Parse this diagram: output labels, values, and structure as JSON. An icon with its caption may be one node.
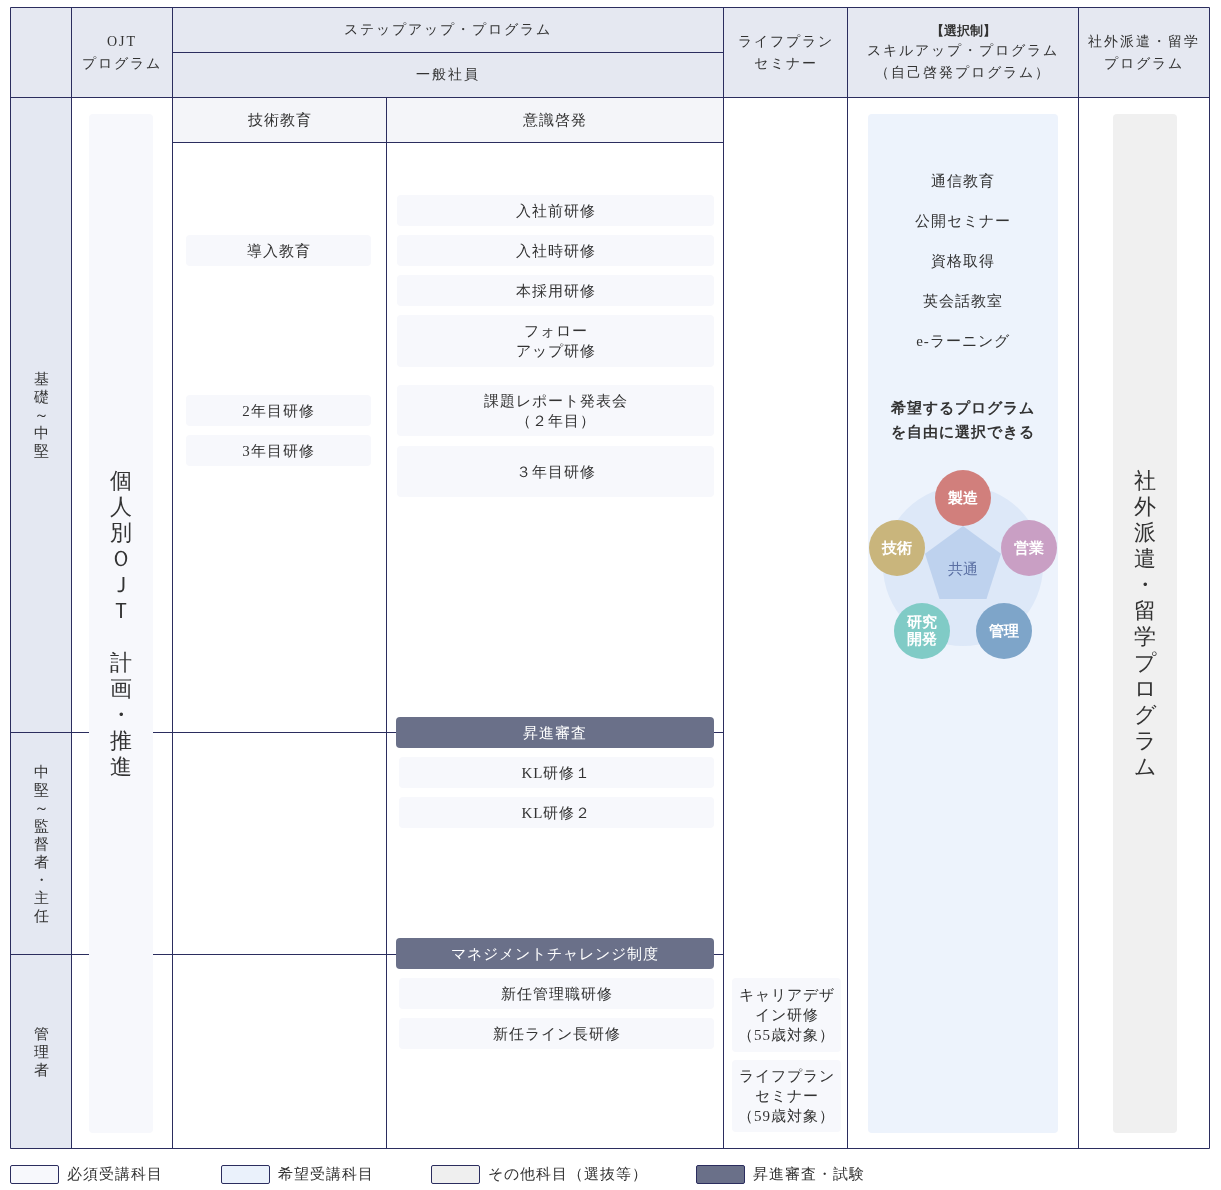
{
  "diagram": {
    "nodes": [
      {
        "text": [
          "OJT プログラム"
        ]
      },
      {
        "text": [
          "ステップアップ・プログラム"
        ]
      },
      {
        "text": [
          "一般社員"
        ]
      },
      {
        "text": [
          "ライフプランセミナー"
        ]
      },
      {
        "text": [
          "【選択制】",
          "スキルアップ・プログラム（自己啓発プログラム）"
        ]
      },
      {
        "text": [
          "社外派遣・留学プログラム"
        ]
      },
      {
        "text": [
          "技術教育"
        ]
      },
      {
        "text": [
          "意識啓発"
        ]
      },
      {
        "text": [
          "基礎～中堅"
        ]
      },
      {
        "text": [
          "個人別ＯＪＴ",
          "計画・推進"
        ]
      },
      {
        "text": [
          "導入教育"
        ]
      },
      {
        "text": [
          "入社前研修"
        ]
      },
      {
        "text": [
          "入社時研修"
        ]
      },
      {
        "text": [
          "本採用研修"
        ]
      },
      {
        "text": [
          "フォローアップ研修"
        ]
      },
      {
        "text": [
          "2年目研修"
        ]
      },
      {
        "text": [
          "課題レポート発表会（２年目）"
        ]
      },
      {
        "text": [
          "3年目研修"
        ]
      },
      {
        "text": [
          "３年目研修"
        ]
      },
      {
        "text": [
          "通信教育",
          "公開セミナー",
          "資格取得",
          "英会話教室",
          "e-ラーニング",
          "希望するプログラムを自由に選択できる"
        ]
      },
      {
        "text": [
          "製造"
        ],
        "in": 19
      },
      {
        "text": [
          "技術"
        ],
        "in": 19
      },
      {
        "text": [
          "共通"
        ],
        "in": 19
      },
      {
        "text": [
          "営業"
        ],
        "in": 19
      },
      {
        "text": [
          "研究開発"
        ],
        "in": 19
      },
      {
        "text": [
          "管理"
        ],
        "in": 19
      },
      {
        "text": [
          "社外派遣・留学プログラム"
        ]
      },
      {
        "text": [
          "昇進審査"
        ]
      },
      {
        "text": [
          "中堅～監督者・主任"
        ]
      },
      {
        "text": [
          "KL研修１"
        ]
      },
      {
        "text": [
          "KL研修２"
        ]
      },
      {
        "text": [
          "マネジメントチャレンジ制度"
        ]
      },
      {
        "text": [
          "管理者"
        ]
      },
      {
        "text": [
          "新任管理職研修"
        ]
      },
      {
        "text": [
          "キャリアデザイン研修（55歳対象）"
        ]
      },
      {
        "text": [
          "新任ライン長研修"
        ]
      },
      {
        "text": [
          "ライフプランセミナー（59歳対象）"
        ]
      }
    ],
    "legend": [
      {
        "text": "必須受講科目",
        "color": "#f7f8fc"
      },
      {
        "text": "希望受講科目",
        "color": "#eaf1fb"
      },
      {
        "text": "その他科目（選抜等）",
        "color": "#efefef"
      },
      {
        "text": "昇進審査・試験",
        "color": "#6a7089"
      }
    ]
  }
}
